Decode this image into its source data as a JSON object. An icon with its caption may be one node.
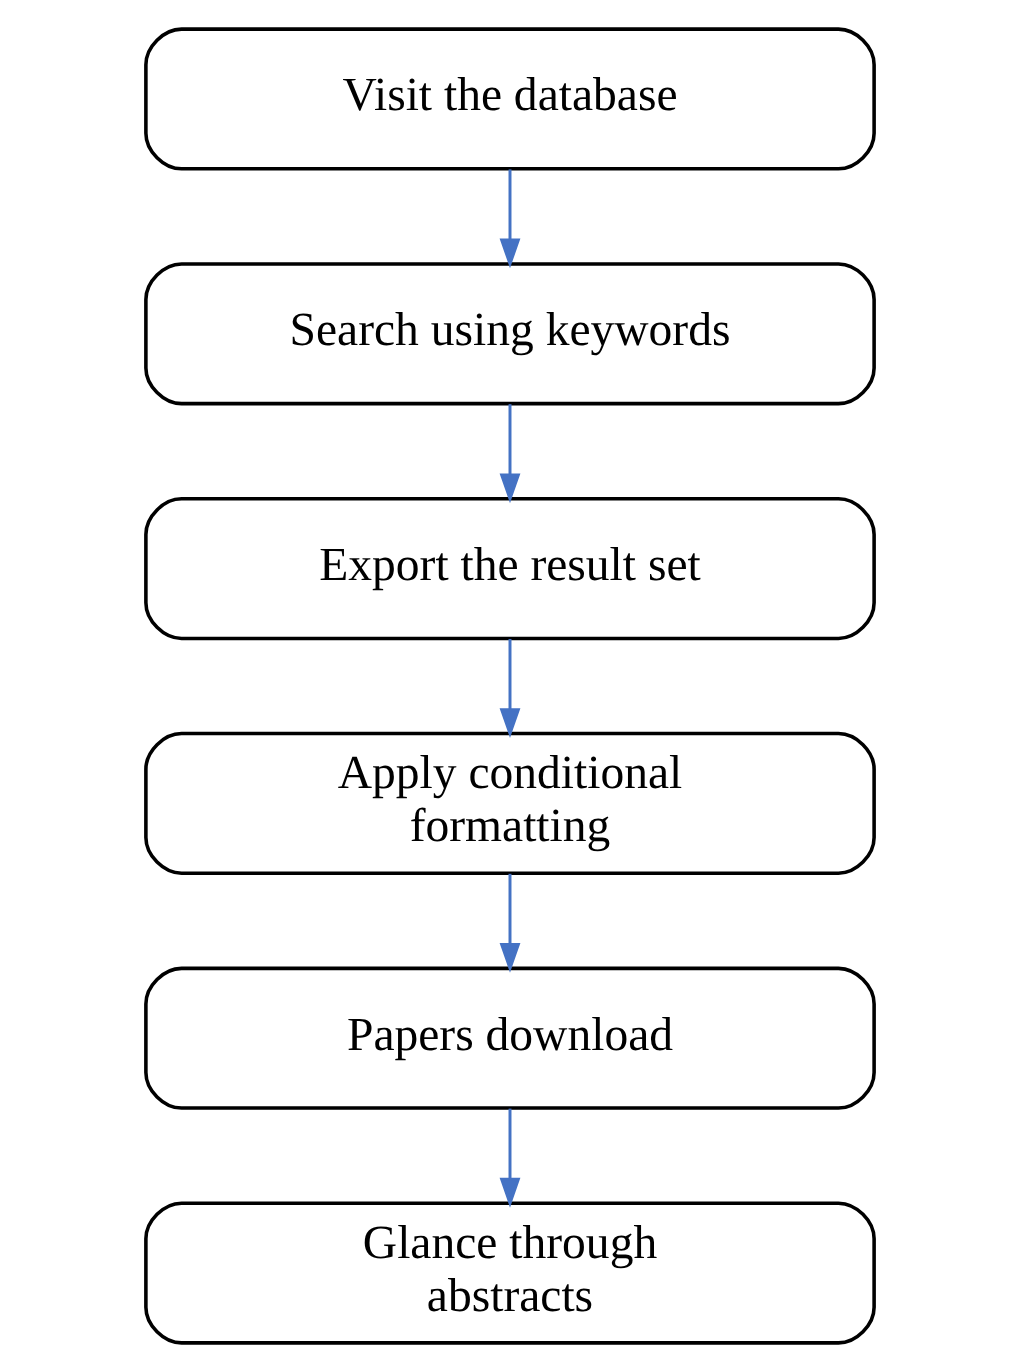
{
  "diagram": {
    "nodes": [
      {
        "text": [
          "Visit the database"
        ]
      },
      {
        "text": [
          "Search using keywords"
        ]
      },
      {
        "text": [
          "Export the result set"
        ]
      },
      {
        "text": [
          "Apply conditional formatting"
        ]
      },
      {
        "text": [
          "Papers download"
        ]
      },
      {
        "text": [
          "Glance through abstracts"
        ]
      }
    ],
    "edges": [
      {
        "from": 0,
        "to": 1,
        "arrow": "to"
      },
      {
        "from": 1,
        "to": 2,
        "arrow": "to"
      },
      {
        "from": 2,
        "to": 3,
        "arrow": "to"
      },
      {
        "from": 3,
        "to": 4,
        "arrow": "to"
      },
      {
        "from": 4,
        "to": 5,
        "arrow": "to"
      }
    ]
  }
}
